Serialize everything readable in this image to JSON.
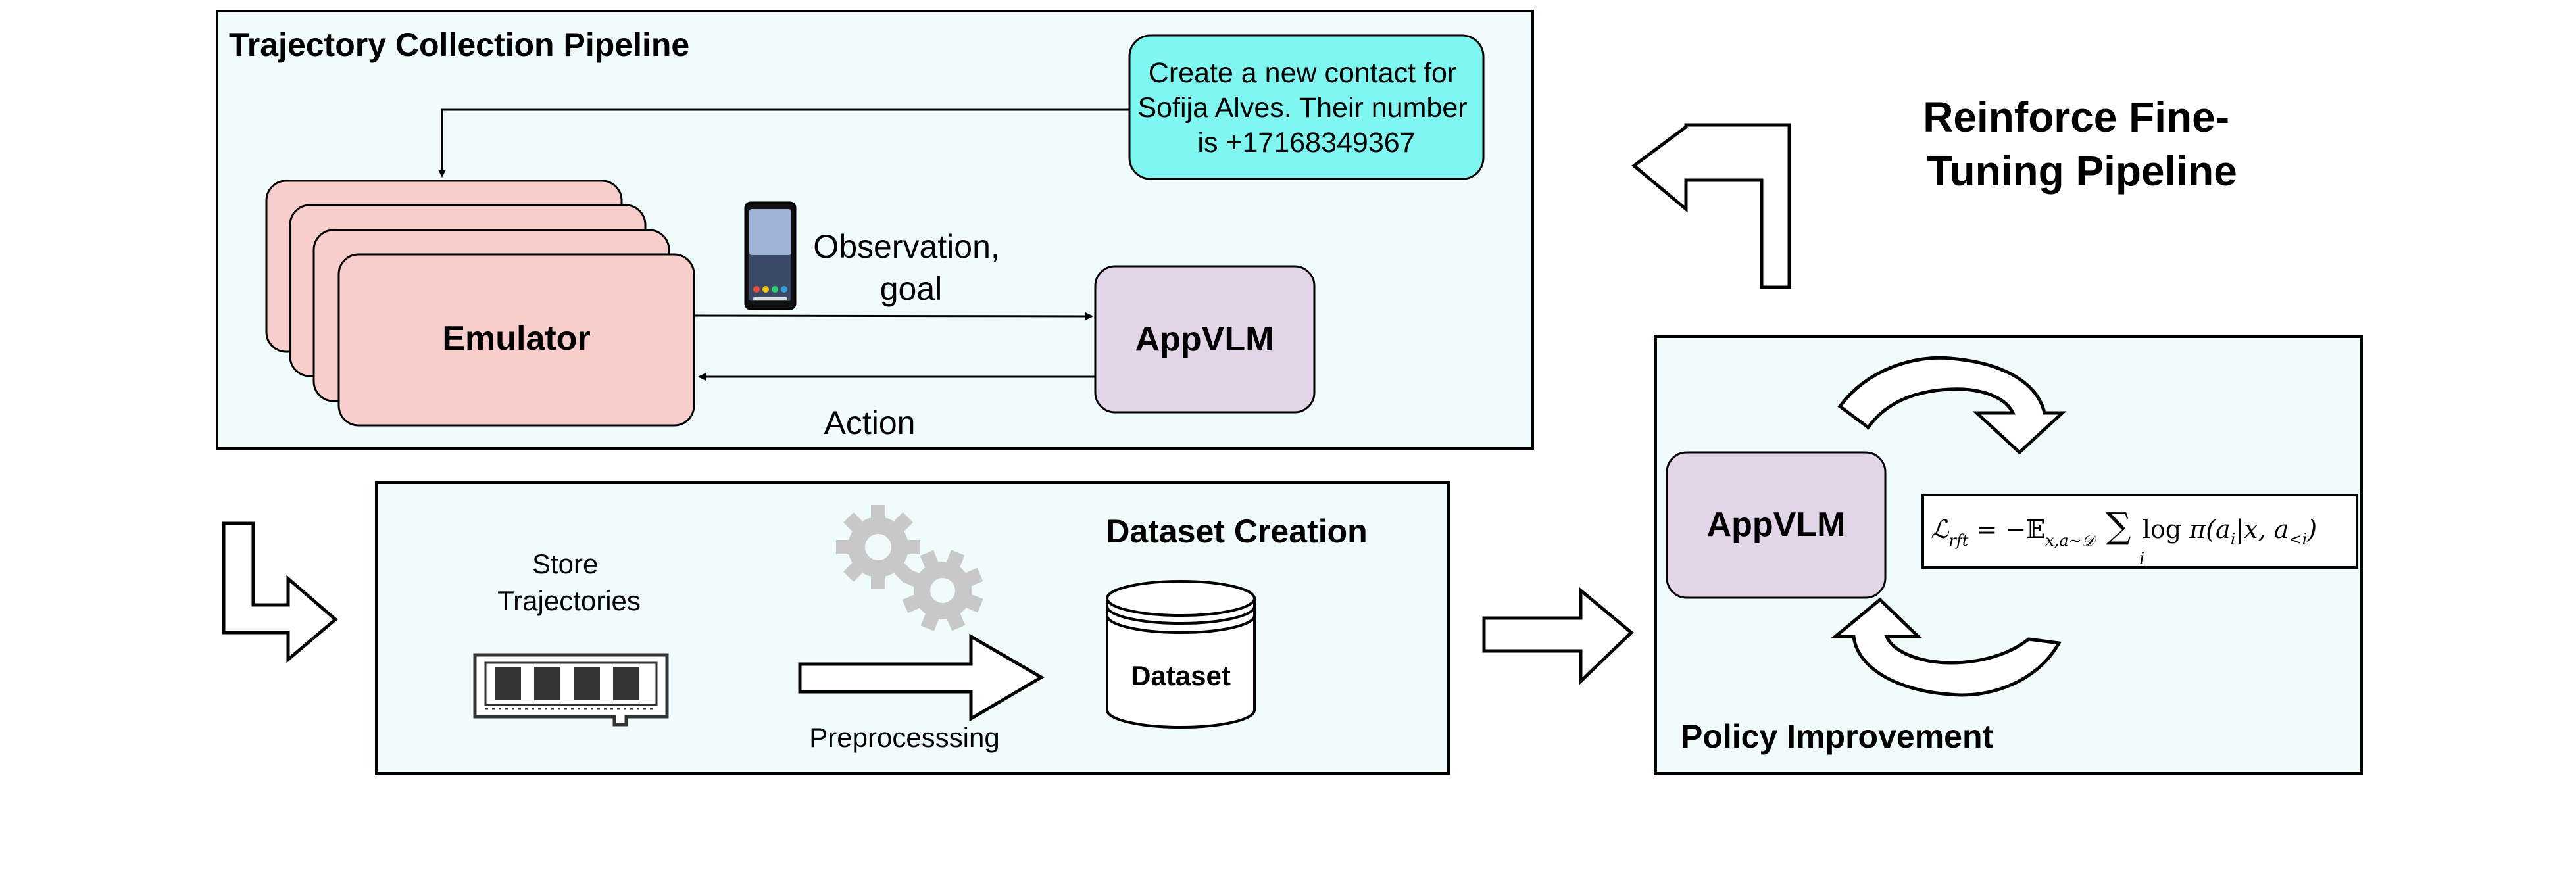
{
  "collection": {
    "title": "Trajectory Collection Pipeline",
    "instruction_lines": [
      "Create a new contact for",
      "Sofija Alves. Their number",
      "is +17168349367"
    ],
    "emulator_label": "Emulator",
    "appvlm_label": "AppVLM",
    "observation_lines": [
      "Observation,",
      "goal"
    ],
    "action_label": "Action"
  },
  "rft": {
    "title_lines": [
      "Reinforce Fine-",
      "Tuning Pipeline"
    ]
  },
  "dataset_creation": {
    "title": "Dataset Creation",
    "store_lines": [
      "Store",
      "Trajectories"
    ],
    "preprocessing_label": "Preprocesssing",
    "dataset_label": "Dataset"
  },
  "policy": {
    "title": "Policy Improvement",
    "appvlm_label": "AppVLM",
    "loss_formula": "ℒ_rft = −𝔼_{x,a∼𝒟} Σ_i log π(a_i | x, a_<i)"
  },
  "colors": {
    "panel_fill": "#f0fcfb",
    "instruction_fill": "#7ff7f0",
    "emulator_fill": "#f8cecc",
    "appvlm_fill": "#e1d5e7",
    "gear": "#c8c8c8"
  },
  "icons": [
    "phone-icon",
    "memory-chip-icon",
    "gears-icon",
    "dataset-cylinder-icon",
    "cycle-arrows-icon"
  ]
}
